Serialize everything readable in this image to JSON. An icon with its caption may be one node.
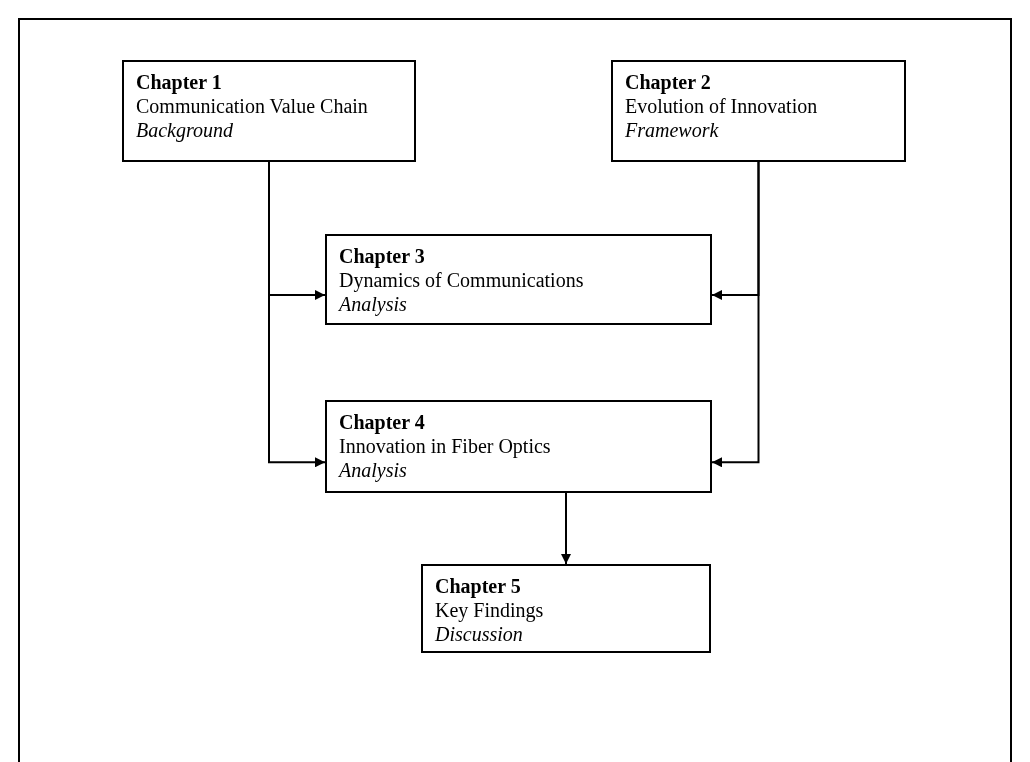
{
  "diagram": {
    "nodes": [
      {
        "text": [
          "Chapter 1",
          "Communication Value Chain",
          "Background"
        ]
      },
      {
        "text": [
          "Chapter 2",
          "Evolution of Innovation",
          "Framework"
        ]
      },
      {
        "text": [
          "Chapter 3",
          "Dynamics of Communications",
          "Analysis"
        ]
      },
      {
        "text": [
          "Chapter 4",
          "Innovation in Fiber Optics",
          "Analysis"
        ]
      },
      {
        "text": [
          "Chapter 5",
          "Key Findings",
          "Discussion"
        ]
      }
    ],
    "edges": [
      {
        "from": 0,
        "to": 2,
        "arrow": "to"
      },
      {
        "from": 0,
        "to": 3,
        "arrow": "to"
      },
      {
        "from": 1,
        "to": 2,
        "arrow": "to"
      },
      {
        "from": 1,
        "to": 3,
        "arrow": "to"
      },
      {
        "from": 3,
        "to": 4,
        "arrow": "to"
      }
    ]
  }
}
